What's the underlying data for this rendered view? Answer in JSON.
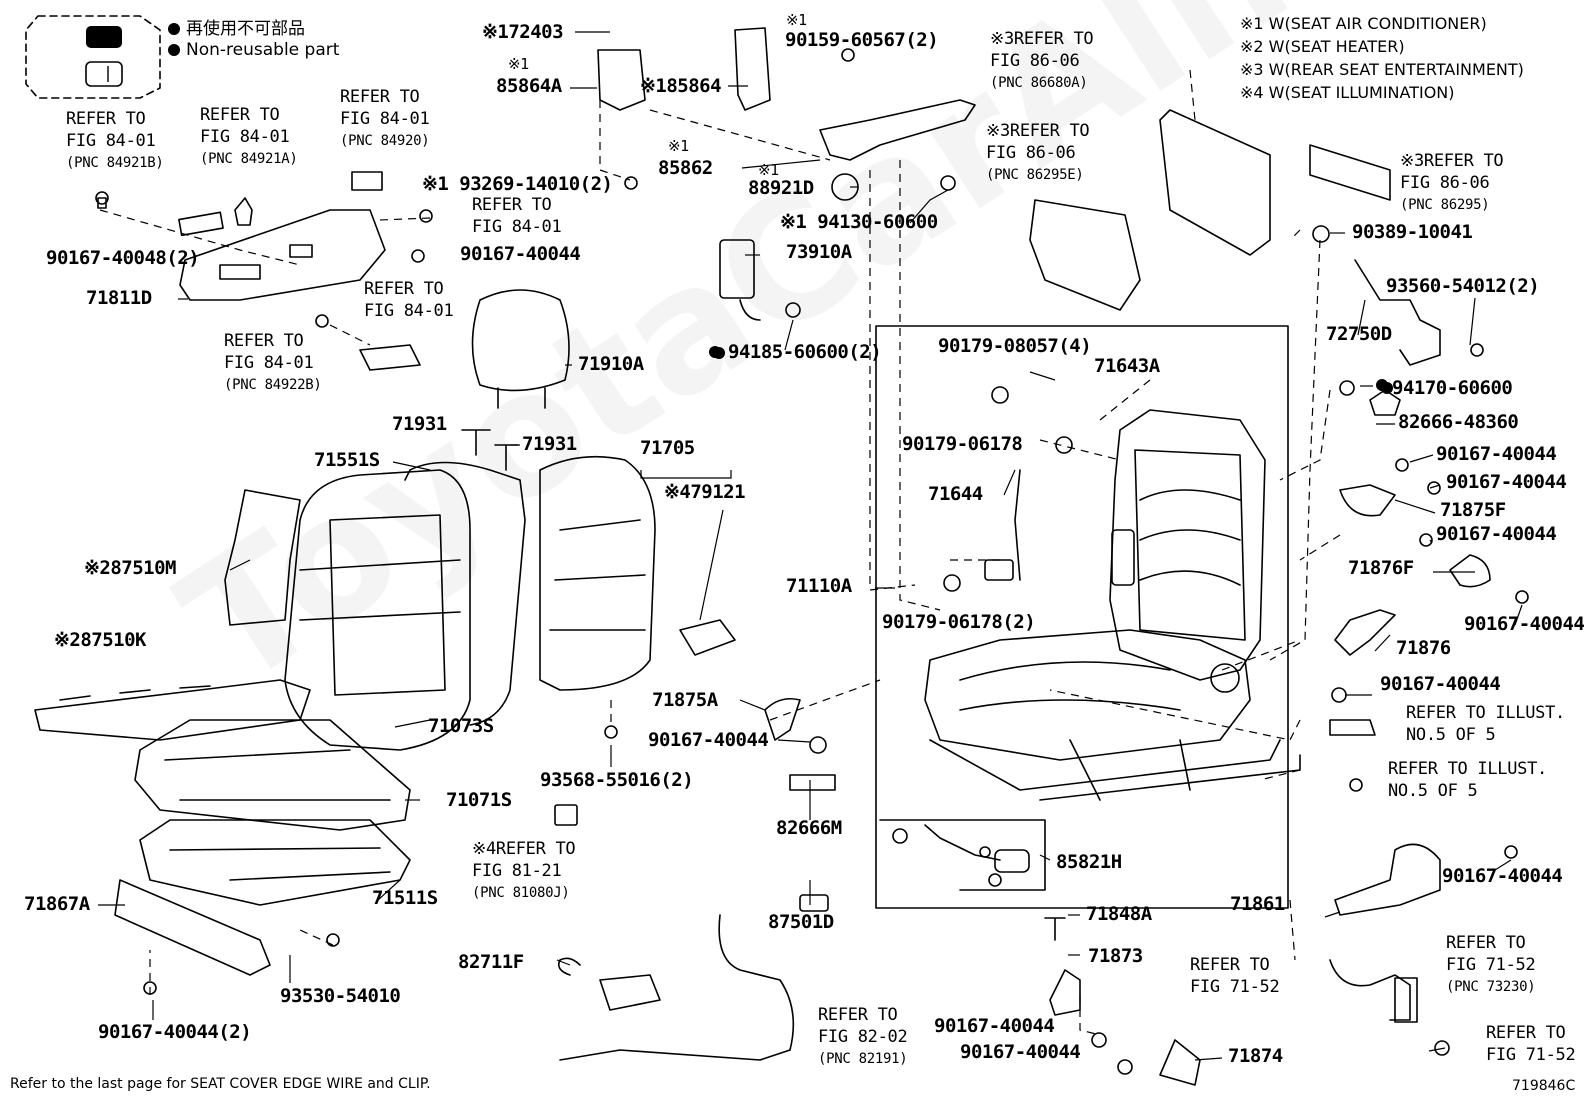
{
  "legend": {
    "items": [
      {
        "text": "再使用不可部品"
      },
      {
        "text": "Non-reusable part"
      }
    ]
  },
  "notes": [
    "※1 W(SEAT AIR CONDITIONER)",
    "※2 W(SEAT HEATER)",
    "※3 W(REAR SEAT ENTERTAINMENT)",
    "※4 W(SEAT ILLUMINATION)"
  ],
  "watermark": "ToyotaCarAlner.ru",
  "footer": {
    "note": "Refer to the last page for SEAT COVER EDGE WIRE and CLIP.",
    "code": "719846C"
  },
  "labels": [
    {
      "id": "p172403",
      "text": "※172403"
    },
    {
      "id": "p85864a_mark",
      "text": "※1"
    },
    {
      "id": "p85864a",
      "text": "85864A"
    },
    {
      "id": "p85864",
      "text": "※185864"
    },
    {
      "id": "p90159_mark",
      "text": "※1"
    },
    {
      "id": "p90159",
      "text": "90159-60567(2)"
    },
    {
      "id": "p85862_mark",
      "text": "※1"
    },
    {
      "id": "p85862",
      "text": "85862"
    },
    {
      "id": "p88921_mark",
      "text": "※1"
    },
    {
      "id": "p88921d",
      "text": "88921D"
    },
    {
      "id": "p93269",
      "text": "※1 93269-14010(2)"
    },
    {
      "id": "p94130",
      "text": "※1 94130-60600"
    },
    {
      "id": "p73910a",
      "text": "73910A"
    },
    {
      "id": "p94185",
      "text": "94185-60600(2)"
    },
    {
      "id": "p90167_40048",
      "text": "90167-40048(2)"
    },
    {
      "id": "p71811d",
      "text": "71811D"
    },
    {
      "id": "p90167_a",
      "text": "90167-40044"
    },
    {
      "id": "p71910a",
      "text": "71910A"
    },
    {
      "id": "p71931a",
      "text": "71931"
    },
    {
      "id": "p71931b",
      "text": "71931"
    },
    {
      "id": "p71551s",
      "text": "71551S"
    },
    {
      "id": "p71705",
      "text": "71705"
    },
    {
      "id": "p79121",
      "text": "※479121"
    },
    {
      "id": "p87510m",
      "text": "※287510M"
    },
    {
      "id": "p87510k",
      "text": "※287510K"
    },
    {
      "id": "p71073s",
      "text": "71073S"
    },
    {
      "id": "p71071s",
      "text": "71071S"
    },
    {
      "id": "p71867a",
      "text": "71867A"
    },
    {
      "id": "p71511s",
      "text": "71511S"
    },
    {
      "id": "p93530",
      "text": "93530-54010"
    },
    {
      "id": "p90167_40044_2",
      "text": "90167-40044(2)"
    },
    {
      "id": "p93568",
      "text": "93568-55016(2)"
    },
    {
      "id": "p71875a",
      "text": "71875A"
    },
    {
      "id": "p90167_b",
      "text": "90167-40044"
    },
    {
      "id": "p82666m",
      "text": "82666M"
    },
    {
      "id": "p87501d",
      "text": "87501D"
    },
    {
      "id": "p82711f",
      "text": "82711F"
    },
    {
      "id": "p71110a",
      "text": "71110A"
    },
    {
      "id": "p90179_08057",
      "text": "90179-08057(4)"
    },
    {
      "id": "p71643a",
      "text": "71643A"
    },
    {
      "id": "p90179_06178",
      "text": "90179-06178"
    },
    {
      "id": "p71644",
      "text": "71644"
    },
    {
      "id": "p90179_06178_2",
      "text": "90179-06178(2)"
    },
    {
      "id": "p85821h",
      "text": "85821H"
    },
    {
      "id": "p71848a",
      "text": "71848A"
    },
    {
      "id": "p71873",
      "text": "71873"
    },
    {
      "id": "p90167_c",
      "text": "90167-40044"
    },
    {
      "id": "p90167_d",
      "text": "90167-40044"
    },
    {
      "id": "p71874",
      "text": "71874"
    },
    {
      "id": "p90389",
      "text": "90389-10041"
    },
    {
      "id": "p93560",
      "text": "93560-54012(2)"
    },
    {
      "id": "p72750d",
      "text": "72750D"
    },
    {
      "id": "p94170",
      "text": "94170-60600"
    },
    {
      "id": "p82666_48360",
      "text": "82666-48360"
    },
    {
      "id": "p90167_e",
      "text": "90167-40044"
    },
    {
      "id": "p90167_f",
      "text": "90167-40044"
    },
    {
      "id": "p71875f",
      "text": "71875F"
    },
    {
      "id": "p90167_g",
      "text": "90167-40044"
    },
    {
      "id": "p71876f",
      "text": "71876F"
    },
    {
      "id": "p90167_h",
      "text": "90167-40044"
    },
    {
      "id": "p71876",
      "text": "71876"
    },
    {
      "id": "p90167_i",
      "text": "90167-40044"
    },
    {
      "id": "p71861",
      "text": "71861"
    },
    {
      "id": "p90167_j",
      "text": "90167-40044"
    }
  ],
  "refs": [
    {
      "id": "r84921b",
      "lines": [
        "REFER TO",
        "FIG 84-01"
      ],
      "pnc": "(PNC 84921B)"
    },
    {
      "id": "r84921a",
      "lines": [
        "REFER TO",
        "FIG 84-01"
      ],
      "pnc": "(PNC 84921A)"
    },
    {
      "id": "r84920",
      "lines": [
        "REFER TO",
        "FIG 84-01"
      ],
      "pnc": "(PNC 84920)"
    },
    {
      "id": "r84_a",
      "lines": [
        "REFER TO",
        "FIG 84-01"
      ],
      "pnc": ""
    },
    {
      "id": "r84_b",
      "lines": [
        "REFER TO",
        "FIG 84-01"
      ],
      "pnc": ""
    },
    {
      "id": "r84922b",
      "lines": [
        "REFER TO",
        "FIG 84-01"
      ],
      "pnc": "(PNC 84922B)"
    },
    {
      "id": "r86680a",
      "lines": [
        "※3REFER TO",
        "FIG 86-06"
      ],
      "pnc": "(PNC 86680A)"
    },
    {
      "id": "r86295e",
      "lines": [
        "※3REFER TO",
        "FIG 86-06"
      ],
      "pnc": "(PNC 86295E)"
    },
    {
      "id": "r86295",
      "lines": [
        "※3REFER TO",
        "FIG 86-06"
      ],
      "pnc": "(PNC 86295)"
    },
    {
      "id": "r81080j",
      "lines": [
        "※4REFER TO",
        "FIG 81-21"
      ],
      "pnc": "(PNC 81080J)"
    },
    {
      "id": "r82191",
      "lines": [
        "REFER TO",
        "FIG 82-02"
      ],
      "pnc": "(PNC 82191)"
    },
    {
      "id": "r7152a",
      "lines": [
        "REFER TO",
        "FIG 71-52"
      ],
      "pnc": ""
    },
    {
      "id": "r73230",
      "lines": [
        "REFER TO",
        "FIG 71-52"
      ],
      "pnc": "(PNC 73230)"
    },
    {
      "id": "r7152b",
      "lines": [
        "REFER TO",
        "FIG 71-52"
      ],
      "pnc": ""
    },
    {
      "id": "rill1",
      "lines": [
        "REFER TO ILLUST.",
        "NO.5 OF 5"
      ],
      "pnc": ""
    },
    {
      "id": "rill2",
      "lines": [
        "REFER TO ILLUST.",
        "NO.5 OF 5"
      ],
      "pnc": ""
    }
  ]
}
